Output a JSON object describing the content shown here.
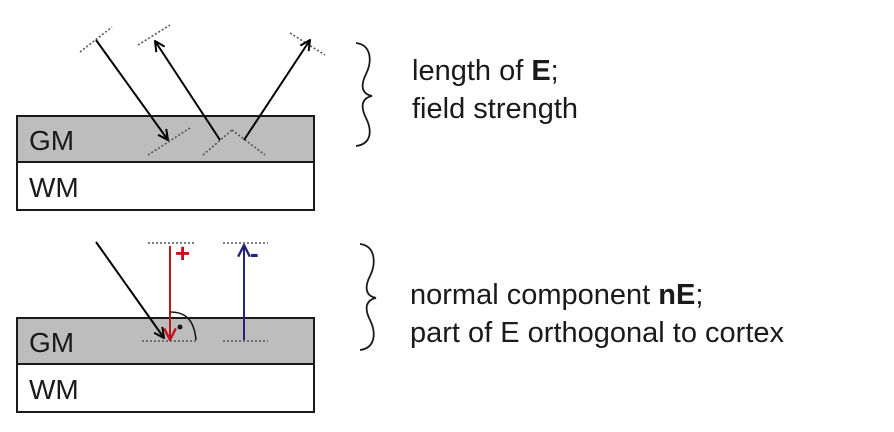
{
  "top_panel": {
    "upper_layer_label": "GM",
    "lower_layer_label": "WM",
    "caption": {
      "line1_prefix": "length of ",
      "line1_bold": "E",
      "line1_suffix": ";",
      "line2": "field strength"
    }
  },
  "bottom_panel": {
    "upper_layer_label": "GM",
    "lower_layer_label": "WM",
    "positive_sign": "+",
    "negative_sign": "-",
    "caption": {
      "line1_prefix": "normal component ",
      "line1_bold": "nE",
      "line1_suffix": ";",
      "line2": "part of E orthogonal to cortex"
    }
  },
  "colors": {
    "gray_matter_fill": "#bdbdbd",
    "white_matter_fill": "#ffffff",
    "positive_arrow": "#c0141c",
    "negative_arrow": "#23237a",
    "arrow": "#000000"
  }
}
